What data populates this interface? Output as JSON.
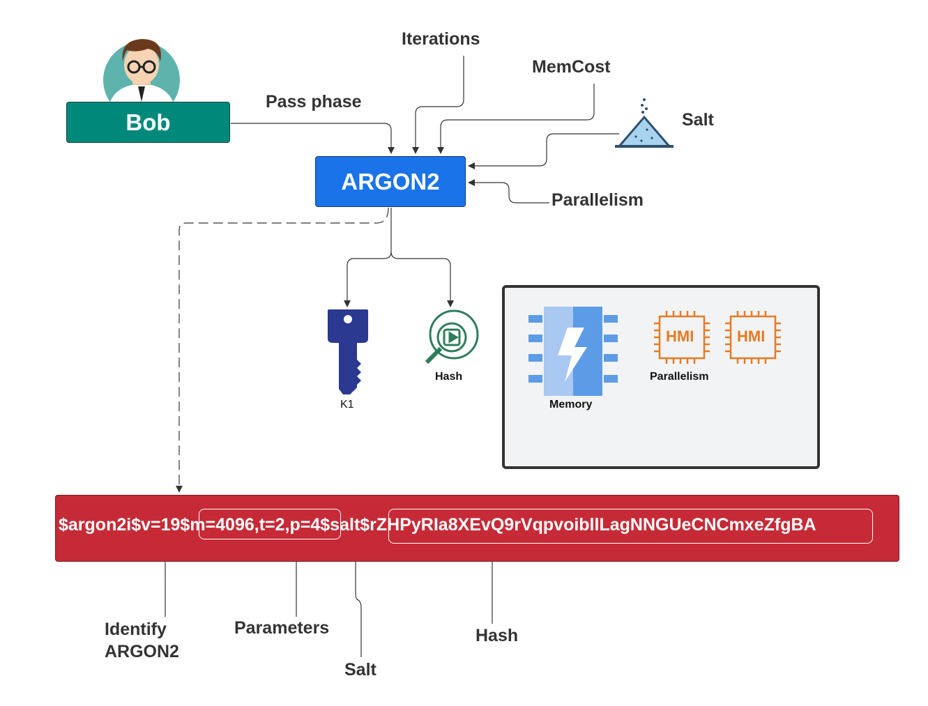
{
  "user": {
    "name": "Bob"
  },
  "core": {
    "label": "ARGON2"
  },
  "inputs": {
    "pass_phase": "Pass phase",
    "iterations": "Iterations",
    "memcost": "MemCost",
    "salt": "Salt",
    "parallelism": "Parallelism"
  },
  "outputs": {
    "key": "K1",
    "hash": "Hash"
  },
  "resources": {
    "memory": "Memory",
    "parallelism": "Parallelism",
    "chip_text": "HMI"
  },
  "encoded_hash": {
    "prefix": "$argon2i$v=19$",
    "params": "m=4096,t=2,p=4",
    "salt_part": "$salt$",
    "hash_part": "rZHPyRIa8XEvQ9rVqpvoibllLagNNGUeCNCmxeZfgBA"
  },
  "annotations": {
    "identify_line1": "Identify",
    "identify_line2": "ARGON2",
    "parameters": "Parameters",
    "salt": "Salt",
    "hash": "Hash"
  },
  "colors": {
    "user_box": "#00897b",
    "core_box": "#1a73e8",
    "hash_bar": "#c62a36",
    "key_icon": "#2b3990",
    "hash_icon": "#2e7d5b",
    "memory_icon": "#5c9ce6",
    "chip_icon": "#e57b22",
    "salt_icon": "#a7d3ee"
  },
  "icons": {
    "avatar": "user-avatar-icon",
    "salt": "salt-pile-icon",
    "key": "key-icon",
    "hash": "hash-search-icon",
    "memory": "memory-chip-icon",
    "cpu": "cpu-chip-icon"
  }
}
